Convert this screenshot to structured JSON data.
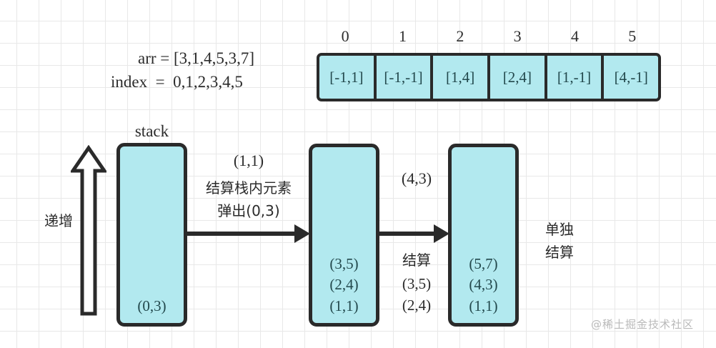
{
  "legend": {
    "arr_line": "arr = [3,1,4,5,3,7]",
    "index_line": "index  =  0,1,2,3,4,5"
  },
  "array": {
    "indices": [
      "0",
      "1",
      "2",
      "3",
      "4",
      "5"
    ],
    "cells": [
      "[-1,1]",
      "[-1,-1]",
      "[1,4]",
      "[2,4]",
      "[1,-1]",
      "[4,-1]"
    ]
  },
  "left_axis": {
    "label": "递增",
    "arrow_icon": "up-arrow-icon"
  },
  "stacks": [
    {
      "title": "stack",
      "items": [
        "(0,3)"
      ]
    },
    {
      "title": "",
      "items": [
        "(3,5)",
        "(2,4)",
        "(1,1)"
      ]
    },
    {
      "title": "",
      "items": [
        "(5,7)",
        "(4,3)",
        "(1,1)"
      ]
    }
  ],
  "transitions": [
    {
      "value": "(1,1)",
      "note_line1": "结算栈内元素",
      "note_line2": "弹出(0,3)"
    },
    {
      "value": "(4,3)",
      "note_line1": "结算",
      "note_line2": "(3,5)",
      "note_line3": "(2,4)"
    }
  ],
  "right_note": {
    "line1": "单独",
    "line2": "结算"
  },
  "watermark": "@稀土掘金技术社区",
  "colors": {
    "box_fill": "#b2e9ef",
    "box_border": "#2a2a2a",
    "text": "#23494d",
    "grid": "#e8e8e8"
  }
}
